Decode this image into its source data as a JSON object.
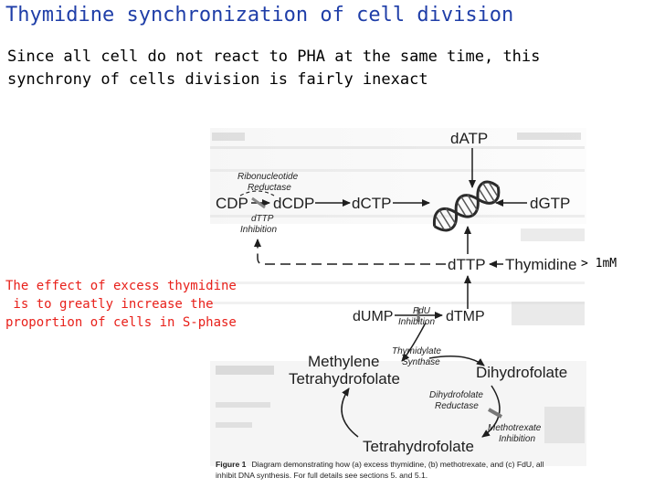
{
  "title": "Thymidine synchronization of cell division",
  "intro": {
    "line1": "Since all cell do not react to PHA at the same time, this",
    "line2": "synchrony of cells division is fairly inexact"
  },
  "callout": {
    "line1": "The effect of excess thymidine",
    "line2": " is to greatly increase the",
    "line3": "proportion of cells in S-phase"
  },
  "concentration_note": "> 1mM",
  "diagram": {
    "nodes": {
      "datp": "dATP",
      "cdp": "CDP",
      "dcdp": "dCDP",
      "dctp": "dCTP",
      "dgtp": "dGTP",
      "dttp": "dTTP",
      "thymidine": "Thymidine",
      "dump": "dUMP",
      "dtmp": "dTMP",
      "methylene1": "Methylene",
      "methylene2": "Tetrahydrofolate",
      "dihydrofolate": "Dihydrofolate",
      "tetrahydrofolate": "Tetrahydrofolate"
    },
    "enzymes": {
      "rnr1": "Ribonucleotide",
      "rnr2": "Reductase",
      "dttp_inh1": "dTTP",
      "dttp_inh2": "Inhibition",
      "fdu1": "FdU",
      "fdu2": "Inhibition",
      "ts1": "Thymidylate",
      "ts2": "Synthase",
      "dhfr1": "Dihydrofolate",
      "dhfr2": "Reductase",
      "mtx1": "Methotrexate",
      "mtx2": "Inhibition"
    },
    "caption": {
      "label": "Figure 1",
      "line1": "Diagram demonstrating how (a) excess thymidine, (b) methotrexate, and (c) FdU, all",
      "line2": "inhibit DNA synthesis. For full details see sections 5. and 5.1."
    }
  },
  "colors": {
    "title": "#1f3ea8",
    "callout": "#e8201a",
    "diagram_ink": "#1e1e1e"
  }
}
